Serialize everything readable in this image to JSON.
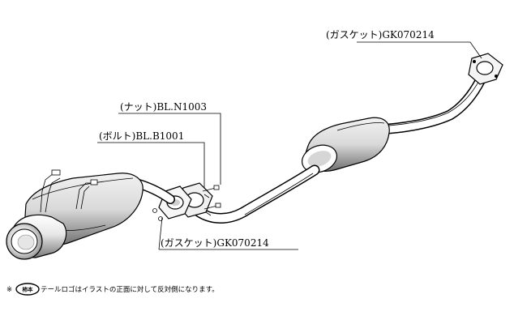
{
  "labels": {
    "gasket_top": "(ガスケット)GK070214",
    "nut": "(ナット)BL.N1003",
    "bolt": "(ボルト)BL.B1001",
    "gasket_bottom": "(ガスケット)GK070214"
  },
  "footnote": {
    "mark": "※",
    "badge": "柿本",
    "text": "テールロゴはイラストの正面に対して反対側になります。"
  }
}
